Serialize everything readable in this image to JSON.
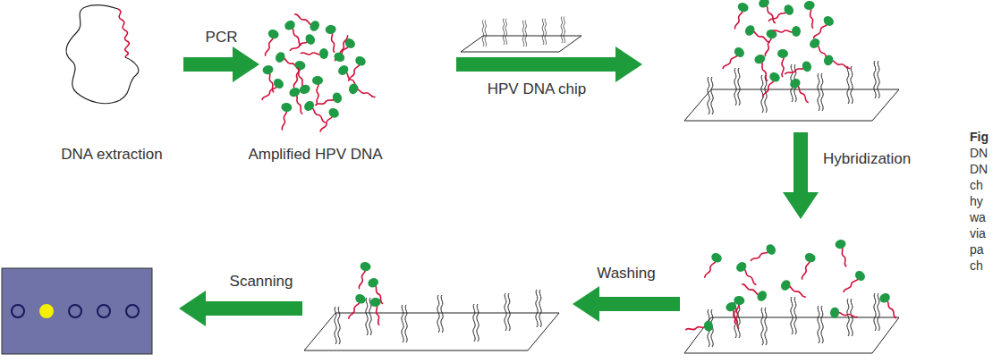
{
  "diagram": {
    "nodes": [
      {
        "text": [
          "DNA extraction"
        ]
      },
      {
        "text": [
          "Amplified HPV DNA"
        ]
      }
    ],
    "edges": [
      {
        "from": 0,
        "to": 1,
        "arrow": "to",
        "label": "PCR"
      }
    ],
    "labels": [
      "HPV DNA chip",
      "Hybridization",
      "Washing",
      "Scanning",
      "Fig",
      "DN",
      "DN",
      "ch",
      "hy",
      "wa",
      "via",
      "pa",
      "ch"
    ]
  }
}
